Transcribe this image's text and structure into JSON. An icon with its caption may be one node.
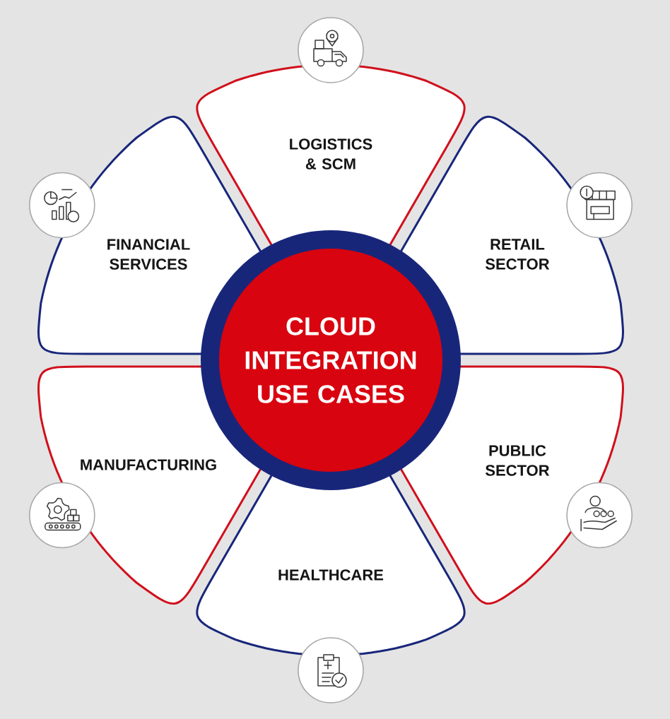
{
  "diagram": {
    "nodes": [
      {
        "text": [
          "CLOUD INTEGRATION USE CASES"
        ]
      },
      {
        "text": [
          "LOGISTICS & SCM"
        ]
      },
      {
        "text": [
          "RETAIL SECTOR"
        ]
      },
      {
        "text": [
          "PUBLIC SECTOR"
        ]
      },
      {
        "text": [
          "HEALTHCARE"
        ]
      },
      {
        "text": [
          "MANUFACTURING"
        ]
      },
      {
        "text": [
          "FINANCIAL SERVICES"
        ]
      }
    ]
  }
}
